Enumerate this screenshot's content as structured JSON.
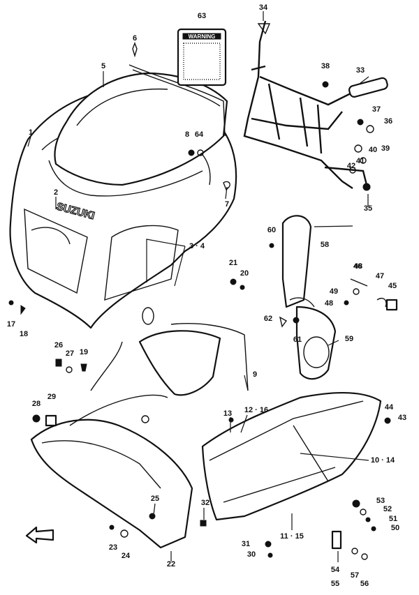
{
  "brand_text": "SUZUKI",
  "warning_label_text": "WARNING",
  "callouts": [
    {
      "id": "1",
      "label": "1"
    },
    {
      "id": "2",
      "label": "2"
    },
    {
      "id": "3-4",
      "label": "3 · 4"
    },
    {
      "id": "5",
      "label": "5"
    },
    {
      "id": "6",
      "label": "6"
    },
    {
      "id": "7",
      "label": "7"
    },
    {
      "id": "8",
      "label": "8"
    },
    {
      "id": "9",
      "label": "9"
    },
    {
      "id": "10-14",
      "label": "10 · 14"
    },
    {
      "id": "11-15",
      "label": "11 · 15"
    },
    {
      "id": "12-16",
      "label": "12 · 16"
    },
    {
      "id": "13",
      "label": "13"
    },
    {
      "id": "17",
      "label": "17"
    },
    {
      "id": "18",
      "label": "18"
    },
    {
      "id": "19",
      "label": "19"
    },
    {
      "id": "20",
      "label": "20"
    },
    {
      "id": "21",
      "label": "21"
    },
    {
      "id": "22",
      "label": "22"
    },
    {
      "id": "23",
      "label": "23"
    },
    {
      "id": "24",
      "label": "24"
    },
    {
      "id": "25",
      "label": "25"
    },
    {
      "id": "26",
      "label": "26"
    },
    {
      "id": "27",
      "label": "27"
    },
    {
      "id": "28",
      "label": "28"
    },
    {
      "id": "29",
      "label": "29"
    },
    {
      "id": "30",
      "label": "30"
    },
    {
      "id": "31",
      "label": "31"
    },
    {
      "id": "32",
      "label": "32"
    },
    {
      "id": "33",
      "label": "33"
    },
    {
      "id": "34",
      "label": "34"
    },
    {
      "id": "35",
      "label": "35"
    },
    {
      "id": "36",
      "label": "36"
    },
    {
      "id": "37",
      "label": "37"
    },
    {
      "id": "38",
      "label": "38"
    },
    {
      "id": "39",
      "label": "39"
    },
    {
      "id": "40",
      "label": "40"
    },
    {
      "id": "41",
      "label": "41"
    },
    {
      "id": "42",
      "label": "42"
    },
    {
      "id": "43",
      "label": "43"
    },
    {
      "id": "44",
      "label": "44"
    },
    {
      "id": "45",
      "label": "45"
    },
    {
      "id": "46",
      "label": "46"
    },
    {
      "id": "47",
      "label": "47"
    },
    {
      "id": "48a",
      "label": "48"
    },
    {
      "id": "48b",
      "label": "48"
    },
    {
      "id": "49",
      "label": "49"
    },
    {
      "id": "50",
      "label": "50"
    },
    {
      "id": "51",
      "label": "51"
    },
    {
      "id": "52",
      "label": "52"
    },
    {
      "id": "53",
      "label": "53"
    },
    {
      "id": "54",
      "label": "54"
    },
    {
      "id": "55",
      "label": "55"
    },
    {
      "id": "56",
      "label": "56"
    },
    {
      "id": "57",
      "label": "57"
    },
    {
      "id": "58",
      "label": "58"
    },
    {
      "id": "59",
      "label": "59"
    },
    {
      "id": "60",
      "label": "60"
    },
    {
      "id": "61",
      "label": "61"
    },
    {
      "id": "62",
      "label": "62"
    },
    {
      "id": "63",
      "label": "63"
    },
    {
      "id": "64",
      "label": "64"
    }
  ]
}
